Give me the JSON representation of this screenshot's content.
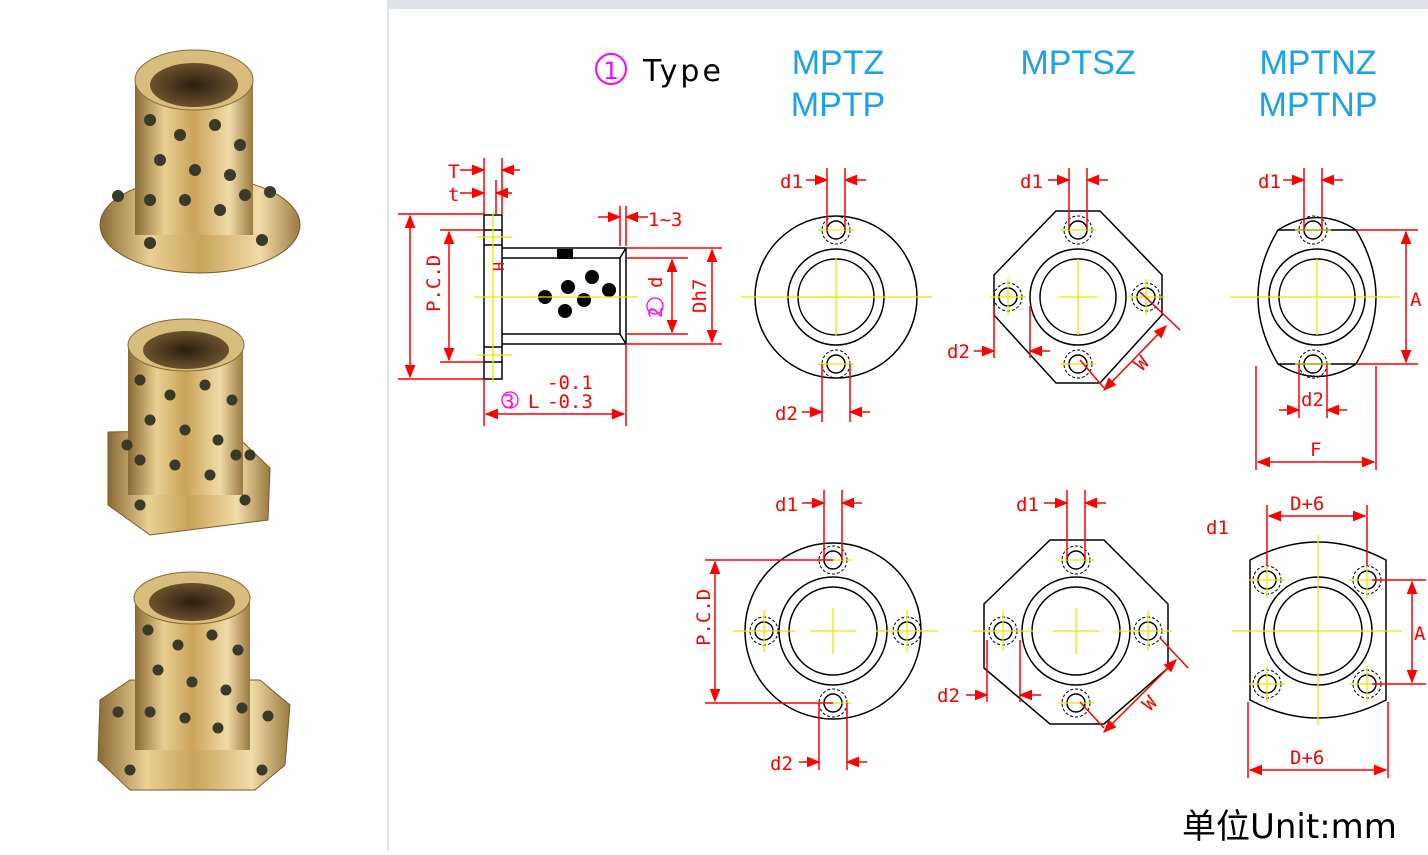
{
  "header": {
    "type_marker": "1",
    "type_label": "Type",
    "models": {
      "col1_line1": "MPTZ",
      "col1_line2": "MPTP",
      "col2_line1": "MPTSZ",
      "col3_line1": "MPTNZ",
      "col3_line2": "MPTNP"
    }
  },
  "side_view": {
    "T": "T",
    "t": "t",
    "range": "1~3",
    "pcd": "P.C.D",
    "H": "H",
    "d_marker": "2",
    "d": "d",
    "Dh7": "Dh7",
    "L_marker": "3",
    "L": "L",
    "tol_upper": "-0.1",
    "tol_lower": "-0.3"
  },
  "labels": {
    "d1": "d1",
    "d2": "d2",
    "W": "W",
    "A": "A",
    "F": "F",
    "pcd": "P.C.D",
    "D6": "D+6"
  },
  "colors": {
    "dimension": "#ff0000",
    "centerline": "#e8e800",
    "outline": "#000000",
    "model_text": "#1aa3e8",
    "marker": "#ff00ff",
    "panel_border": "#dfe3e8",
    "bronze": "#c9a35a"
  },
  "unit_label": "单位Unit:mm"
}
